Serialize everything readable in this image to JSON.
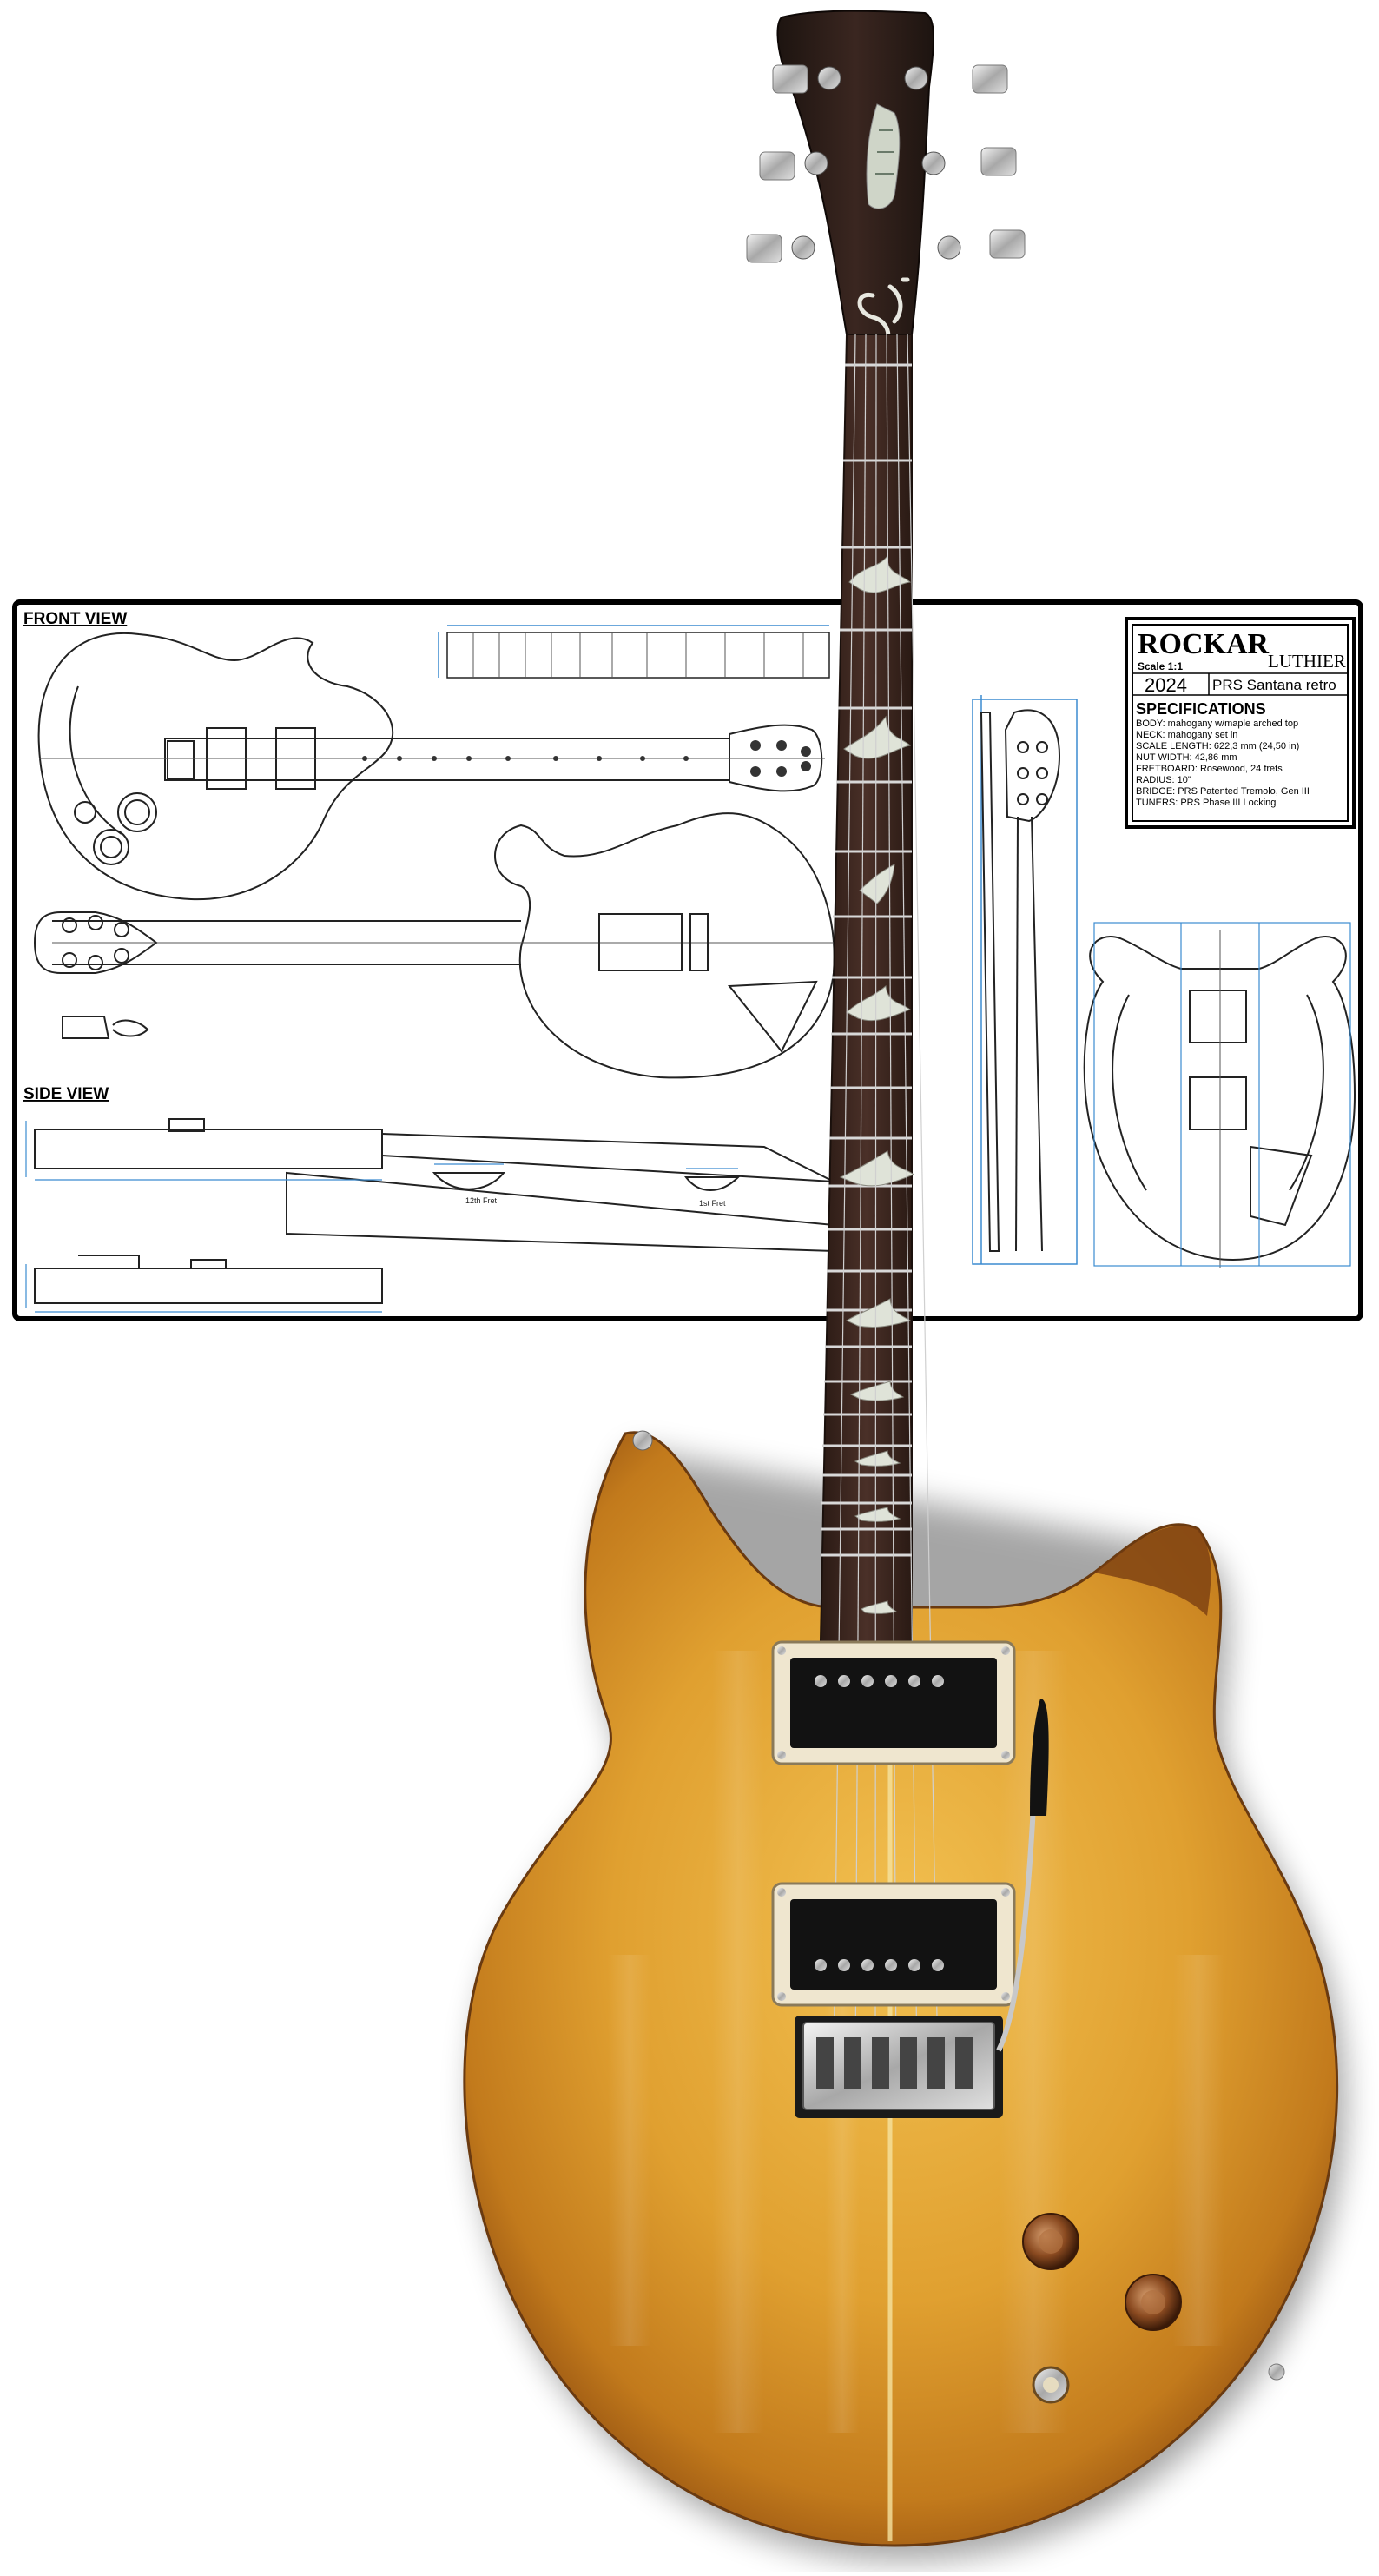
{
  "plan": {
    "front_view_label": "FRONT VIEW",
    "side_view_label": "SIDE VIEW",
    "fret_label_12": "12th Fret",
    "fret_label_1": "1st Fret"
  },
  "title_block": {
    "brand_line1": "ROCKAR",
    "brand_line2": "LUTHIER",
    "scale": "Scale 1:1",
    "year": "2024",
    "model": "PRS Santana retro",
    "spec_heading": "SPECIFICATIONS",
    "specs": [
      "BODY: mahogany w/maple arched top",
      "NECK: mahogany set in",
      "SCALE LENGTH: 622,3 mm (24,50 in)",
      "NUT WIDTH: 42,86 mm",
      "FRETBOARD: Rosewood, 24 frets",
      "RADIUS: 10\"",
      "BRIDGE: PRS Patented Tremolo, Gen III",
      "TUNERS: PRS Phase III Locking"
    ]
  },
  "colors": {
    "plan_outline": "#000000",
    "plan_dimension": "#3b8bd0",
    "body_amber": "#e0a030",
    "fretboard": "#3a2620"
  },
  "icons": {
    "headstock_inlay": "eagle-inlay-icon",
    "truss_cover": "om-symbol-icon",
    "fret_inlays": "bird-inlay-icon"
  }
}
